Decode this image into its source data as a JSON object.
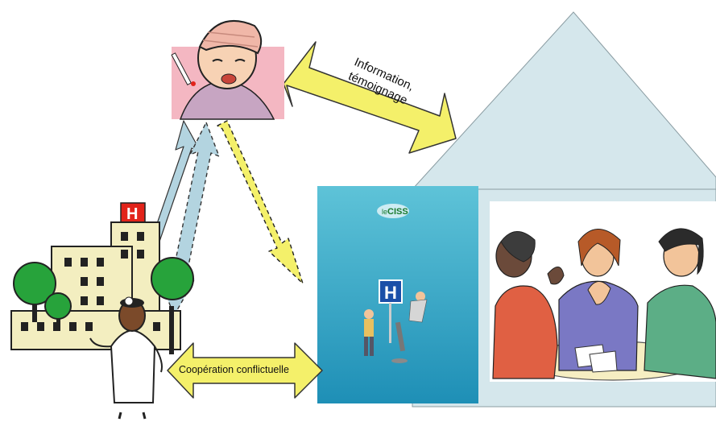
{
  "arrows": {
    "information_label": "Information,\ntémoignage",
    "cooperation_label": "Coopération conflictuelle"
  },
  "brochure": {
    "logo_prefix": "le",
    "logo_name": "CISS",
    "sign_letter": "H"
  },
  "hospital": {
    "sign_letter": "H"
  },
  "colors": {
    "yellow_arrow": "#f4f06a",
    "blue_arrow": "#b3d4e0",
    "house": "#d5e7ec",
    "brochure_top": "#5ec3d8",
    "brochure_bottom": "#1e8fb6",
    "patient_bg": "#f4b7c2",
    "hospital_red": "#e2231a",
    "tree_green": "#27a33b"
  },
  "icons": [
    "sick-patient-icon",
    "doctor-icon",
    "hospital-icon",
    "tree-icon",
    "meeting-women-icon",
    "brochure-icon"
  ]
}
